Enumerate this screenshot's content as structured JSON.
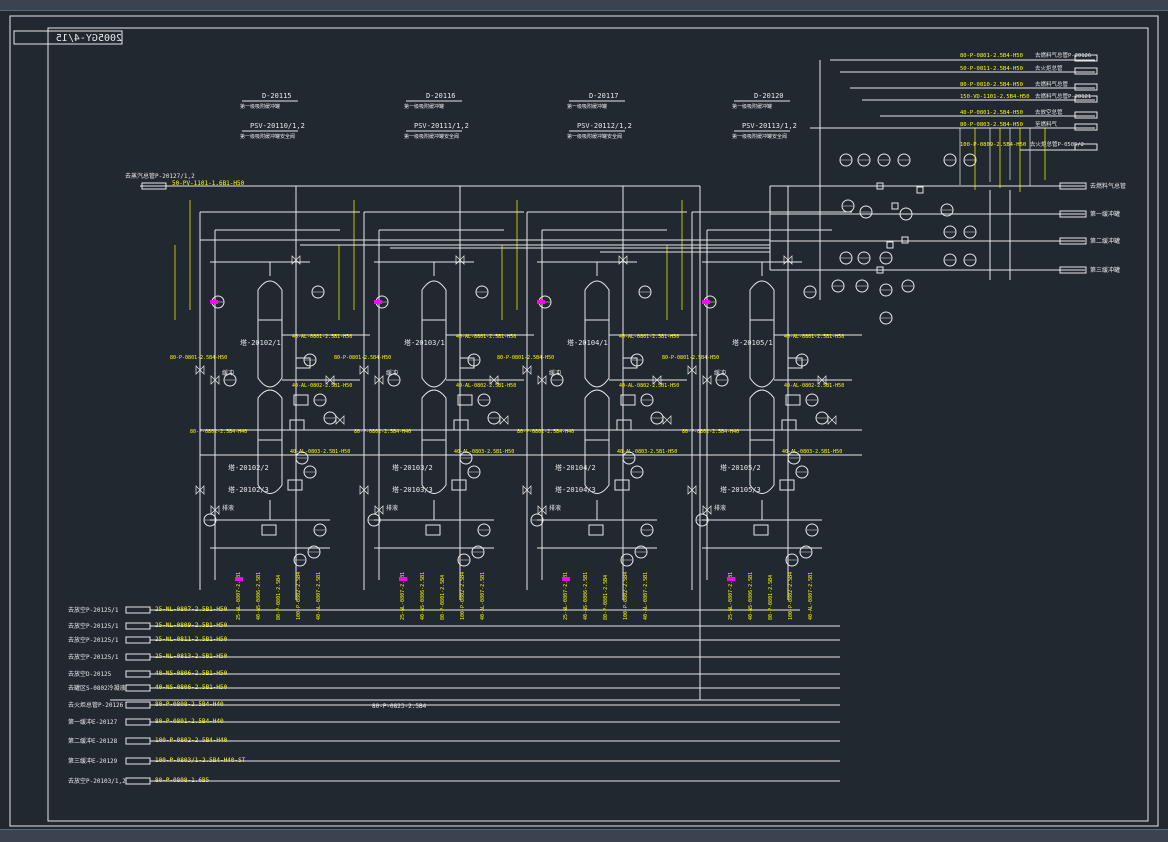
{
  "colors": {
    "background": "#212830",
    "line": "#e8e8e8",
    "process_label": "#ffff00",
    "highlight": "#ff00ff"
  },
  "drawing_number": "2005GY-4/15",
  "units": [
    {
      "drum": "D-20115",
      "psv": "PSV-20110/1,2",
      "tower_upper": "塔-20102/1",
      "tower_lower": "塔-20102/2",
      "tower_base": "塔-20102/3",
      "cn1": "缓冲",
      "cn2": "排液"
    },
    {
      "drum": "D-20116",
      "psv": "PSV-20111/1,2",
      "tower_upper": "塔-20103/1",
      "tower_lower": "塔-20103/2",
      "tower_base": "塔-20103/3",
      "cn1": "缓冲",
      "cn2": "排液"
    },
    {
      "drum": "D-20117",
      "psv": "PSV-20112/1,2",
      "tower_upper": "塔-20104/1",
      "tower_lower": "塔-20104/2",
      "tower_base": "塔-20104/3",
      "cn1": "缓冲",
      "cn2": "排液"
    },
    {
      "drum": "D-20120",
      "psv": "PSV-20113/1,2",
      "tower_upper": "塔-20105/1",
      "tower_lower": "塔-20105/2",
      "tower_base": "塔-20105/3",
      "cn1": "缓冲",
      "cn2": "排液"
    }
  ],
  "header_lines": {
    "steam_source": "去蒸汽总管P-20127/1,2",
    "steam_line": "50-PV-1101-1.6B1-H50"
  },
  "left_headers": [
    {
      "label": "去放空P-20125/1",
      "line": "25-NL-0807-2.5B1-H50"
    },
    {
      "label": "去放空P-20125/1",
      "line": "25-NL-0809-2.5B1-H50"
    },
    {
      "label": "去放空P-20125/1",
      "line": "25-NL-0811-2.5B1-H50"
    },
    {
      "label": "去放空P-20125/1",
      "line": "25-NL-0813-2.5B1-H50"
    },
    {
      "label": "去放空D-20125",
      "line": "40-NS-0806-2.5B1-H50"
    },
    {
      "label": "去罐区S-0802冷凝液",
      "line": "40-NS-0806-2.5B1-H50"
    },
    {
      "label": "去火炬总管P-20126",
      "line": "80-P-0808-2.5B4-H40"
    },
    {
      "label": "第一缓冲E-20127",
      "line": "80-P-0801-2.5B4-H40"
    },
    {
      "label": "第二缓冲E-20128",
      "line": "100-P-0802-2.5B4-H40"
    },
    {
      "label": "第三缓冲E-20129",
      "line": "100-P-0803/1-2.5B4-H40-ST"
    },
    {
      "label": "去放空P-20103/1,2",
      "line": "80-P-0808-1.6B5"
    }
  ],
  "bottom_header": "80-P-0823-2.5B4",
  "right_headers": [
    {
      "label": "去燃料气总管P-20126",
      "line": "80-P-0801-2.5B4-H50"
    },
    {
      "label": "去火炬总管",
      "line": "50-P-0811-2.5B4-H50"
    },
    {
      "label": "去燃料气总管",
      "line": "80-P-0810-2.5B4-H50"
    },
    {
      "label": "去燃料气总管P-20121",
      "line": "150-VD-1101-2.5B4-H50"
    },
    {
      "label": "去放空总管",
      "line": "40-P-0801-2.5B4-H50"
    },
    {
      "label": "至燃料气",
      "line": "80-P-0803-2.5B4-H50"
    },
    {
      "label": "去火炬总管P-0505/2",
      "line": "100-P-0809-2.5B4-H50"
    }
  ],
  "right_outlets": [
    "去燃料气总管",
    "第一缓冲罐",
    "第二缓冲罐",
    "第三缓冲罐"
  ]
}
